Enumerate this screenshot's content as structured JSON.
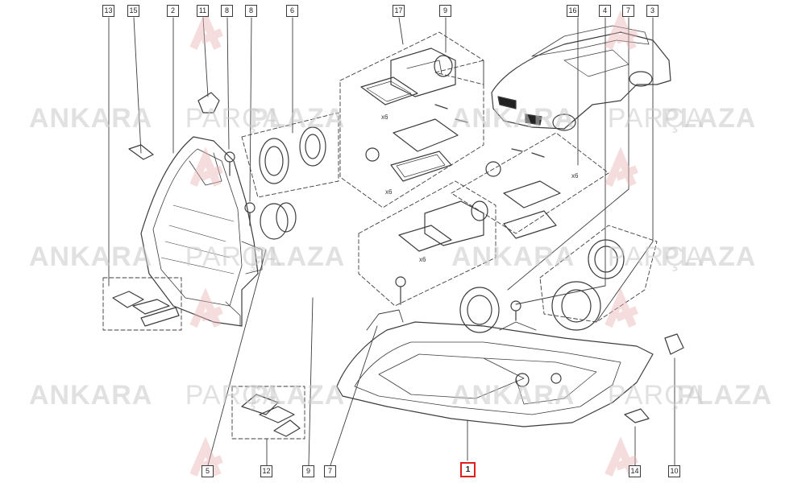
{
  "callouts": {
    "c13": "13",
    "c15": "15",
    "c2": "2",
    "c11": "11",
    "c8": "8",
    "c8b": "8",
    "c6": "6",
    "c17": "17",
    "c9": "9",
    "c16": "16",
    "c4": "4",
    "c7": "7",
    "c3": "3",
    "c5": "5",
    "c12": "12",
    "c9b": "9",
    "c7b": "7",
    "c1": "1",
    "c14": "14",
    "c10": "10"
  },
  "labels": {
    "x6_a": "x6",
    "x6_b": "x6",
    "x6_c": "x6",
    "x6_d": "x6"
  },
  "watermark": {
    "word1": "ANKARA",
    "word2": "PARÇA",
    "word3": "PLAZA"
  },
  "colors": {
    "line": "#3c3c3c",
    "highlight": "#e01e1e",
    "watermark": "#c9c9c9",
    "logo": "#e8b4b4"
  }
}
